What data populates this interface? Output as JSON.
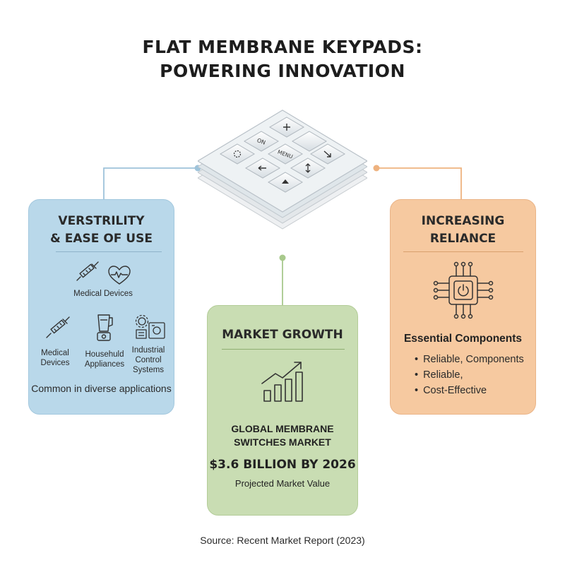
{
  "title": {
    "line1": "FLAT MEMBRANE KEYPADS:",
    "line2": "POWERING INNOVATION"
  },
  "keypad": {
    "keys": {
      "on": "ON",
      "menu": "MENU"
    },
    "icons": [
      "power-icon",
      "arrow-left-icon",
      "arrow-up-icon",
      "arrow-updown-icon",
      "arrow-down-right-icon"
    ]
  },
  "versatility": {
    "title_line1": "VERSTRILITY",
    "title_line2": "& EASE OF USE",
    "top_label": "Medical Devices",
    "items": [
      {
        "icon": "syringe-icon",
        "label_line1": "Medical",
        "label_line2": "Devices"
      },
      {
        "icon": "blender-icon",
        "label_line1": "Househuld",
        "label_line2": "Appliances"
      },
      {
        "icon": "industrial-gear-icon",
        "label_line1": "Industrial",
        "label_line2": "Control Systems"
      }
    ],
    "note": "Common in diverse applications",
    "color": "#b9d8ea"
  },
  "market": {
    "title": "MARKET GROWTH",
    "subtitle_line1": "GLOBAL MEMBRANE",
    "subtitle_line2": "SWITCHES MARKET",
    "value": "$3.6 BILLION BY 2026",
    "value_note": "Projected Market Value",
    "icon": "growth-chart-icon",
    "color": "#c9ddb3"
  },
  "reliance": {
    "title_line1": "INCREASING",
    "title_line2": "RELIANCE",
    "icon": "microchip-icon",
    "subtitle": "Essential Components",
    "bullets": [
      "Reliable, Components",
      "Reliable,",
      "Cost-Effective"
    ],
    "color": "#f6c9a0"
  },
  "source": "Source: Recent Market Report (2023)"
}
